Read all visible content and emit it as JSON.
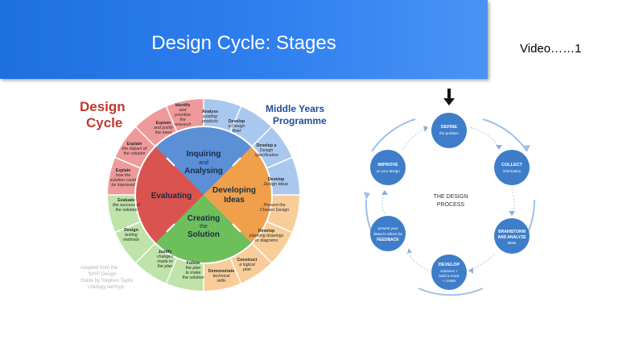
{
  "slide": {
    "title": "Design Cycle: Stages",
    "video_label": "Video……1"
  },
  "myp_wheel": {
    "heading_line1": "Design",
    "heading_line2": "Cycle",
    "programme_line1": "Middle Years",
    "programme_line2": "Programme",
    "stages": [
      {
        "line1": "Inquiring",
        "line2": "and",
        "line3": "Analysing"
      },
      {
        "line1": "Developing",
        "line2": "Ideas"
      },
      {
        "line1": "Creating",
        "line2": "the",
        "line3": "Solution"
      },
      {
        "line1": "Evaluating"
      }
    ],
    "criteria": {
      "a1": [
        "Identify",
        "and",
        "prioritize",
        "the",
        "research"
      ],
      "a2": [
        "Analyse",
        "existing",
        "products"
      ],
      "a3": [
        "Develop",
        "a Design",
        "Brief"
      ],
      "a4": [
        "Explain",
        "and justify",
        "the need"
      ],
      "b1": [
        "Develop a",
        "Design",
        "Specification"
      ],
      "b2": [
        "Develop",
        "Design Ideas"
      ],
      "b3": [
        "Present the",
        "Chosen Design"
      ],
      "b4": [
        "Develop",
        "planning drawings",
        "or diagrams"
      ],
      "c1": [
        "Construct",
        "a logical",
        "plan"
      ],
      "c2": [
        "Demonstrate",
        "technical",
        "skills"
      ],
      "c3": [
        "Follow",
        "the plan",
        "to make",
        "the solution"
      ],
      "c4": [
        "Justify",
        "changes",
        "made to",
        "the plan"
      ],
      "d1": [
        "Design",
        "testing",
        "methods"
      ],
      "d2": [
        "Evaluate",
        "the success of",
        "the solution"
      ],
      "d3": [
        "Explain",
        "how the",
        "solution could",
        "be improved"
      ],
      "d4": [
        "Explain",
        "the impact of",
        "the solution"
      ]
    },
    "credit": [
      "Adapted from the",
      "“MYP Design",
      "Guide by Stephen Taylor",
      "i-biology.net/myp"
    ],
    "colors": {
      "inquiring": "#5b8fd6",
      "developing": "#f0a04b",
      "creating": "#6cbf5a",
      "evaluating": "#d9534f",
      "ring_a": "#a9c8ee",
      "ring_b": "#f8cd9a",
      "ring_c": "#bfe3a9",
      "ring_d": "#ef9a9a"
    }
  },
  "process_cycle": {
    "center_line1": "THE DESIGN",
    "center_line2": "PROCESS",
    "steps": [
      {
        "title": "DEFINE",
        "sub": "the problem"
      },
      {
        "title": "COLLECT",
        "sub": "information"
      },
      {
        "title": "BRAINSTORM",
        "sub": "AND ANALYZE",
        "sub2": "ideas"
      },
      {
        "title": "DEVELOP",
        "sub": "solutions +",
        "sub2": "build a mock",
        "sub3": "+ create"
      },
      {
        "title": "present your",
        "sub": "ideas to others for",
        "sub2": "FEEDBACK"
      },
      {
        "title": "IMPROVE",
        "sub": "on your design"
      }
    ],
    "colors": {
      "circle": "#3e7dc9",
      "arrow": "#bcd0e8",
      "outline": "#9fc0e6"
    }
  },
  "pointer": {
    "icon": "down-arrow-icon"
  }
}
